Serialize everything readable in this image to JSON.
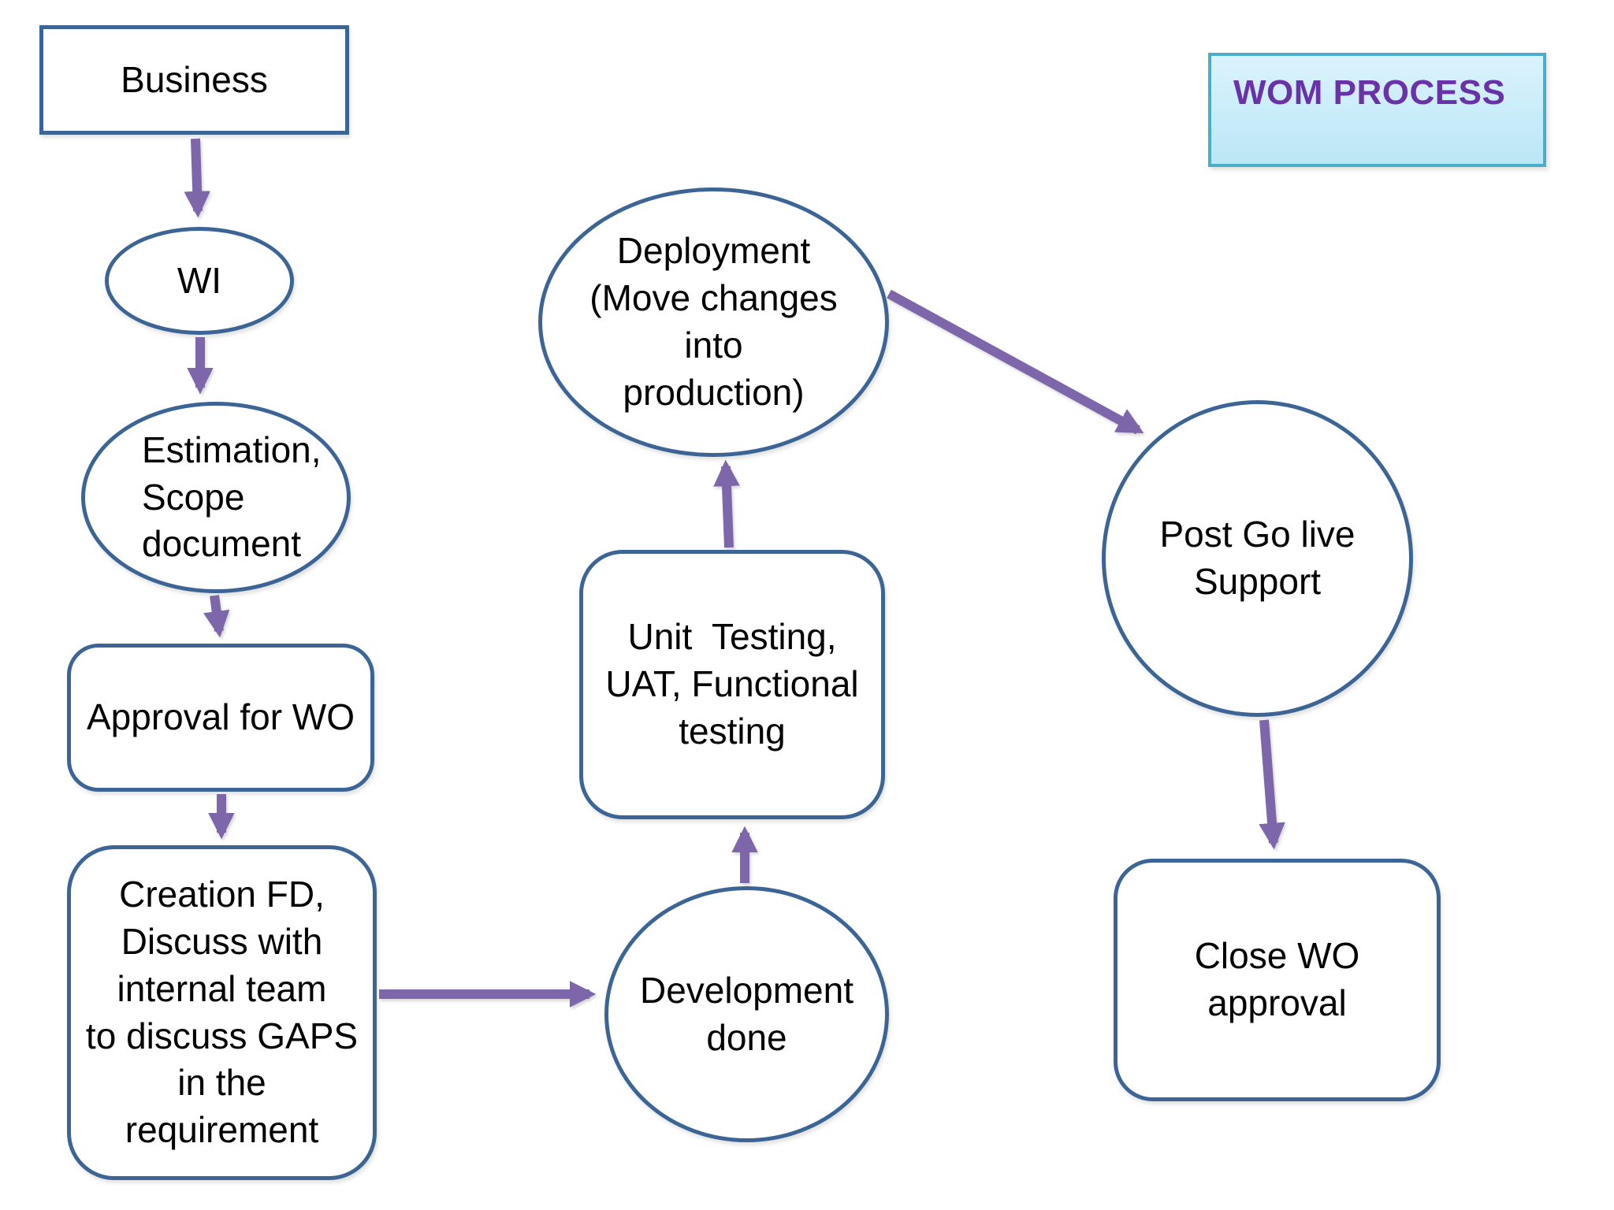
{
  "title": {
    "label": "WOM PROCESS"
  },
  "theme": {
    "shape_border": "#3C6595",
    "arrow_color": "#7E66AA",
    "title_border": "#4AAECB",
    "title_bg_top": "#DAF3FD",
    "title_bg_bottom": "#BCE6F6",
    "title_text": "#6A32A8",
    "text_color": "#000000",
    "background": "#FFFFFF"
  },
  "nodes": {
    "business": {
      "label": "Business",
      "shape": "rectangle"
    },
    "wi": {
      "label": "WI",
      "shape": "ellipse"
    },
    "estimation": {
      "label": "Estimation,\nScope\ndocument",
      "shape": "ellipse"
    },
    "approval": {
      "label": "Approval for WO",
      "shape": "rounded-rectangle"
    },
    "creation": {
      "label": "Creation FD,\nDiscuss with\ninternal team\nto discuss GAPS\nin the\nrequirement",
      "shape": "rounded-rectangle"
    },
    "development": {
      "label": "Development\ndone",
      "shape": "circle"
    },
    "unit_testing": {
      "label": "Unit  Testing,\nUAT, Functional\ntesting",
      "shape": "rounded-rectangle"
    },
    "deployment": {
      "label": "Deployment\n(Move changes\ninto\nproduction)",
      "shape": "ellipse"
    },
    "post_go_live": {
      "label": "Post Go live\nSupport",
      "shape": "circle"
    },
    "close_wo": {
      "label": "Close WO\napproval",
      "shape": "rounded-rectangle"
    }
  },
  "edges": [
    {
      "from": "business",
      "to": "wi"
    },
    {
      "from": "wi",
      "to": "estimation"
    },
    {
      "from": "estimation",
      "to": "approval"
    },
    {
      "from": "approval",
      "to": "creation"
    },
    {
      "from": "creation",
      "to": "development"
    },
    {
      "from": "development",
      "to": "unit_testing"
    },
    {
      "from": "unit_testing",
      "to": "deployment"
    },
    {
      "from": "deployment",
      "to": "post_go_live"
    },
    {
      "from": "post_go_live",
      "to": "close_wo"
    }
  ]
}
